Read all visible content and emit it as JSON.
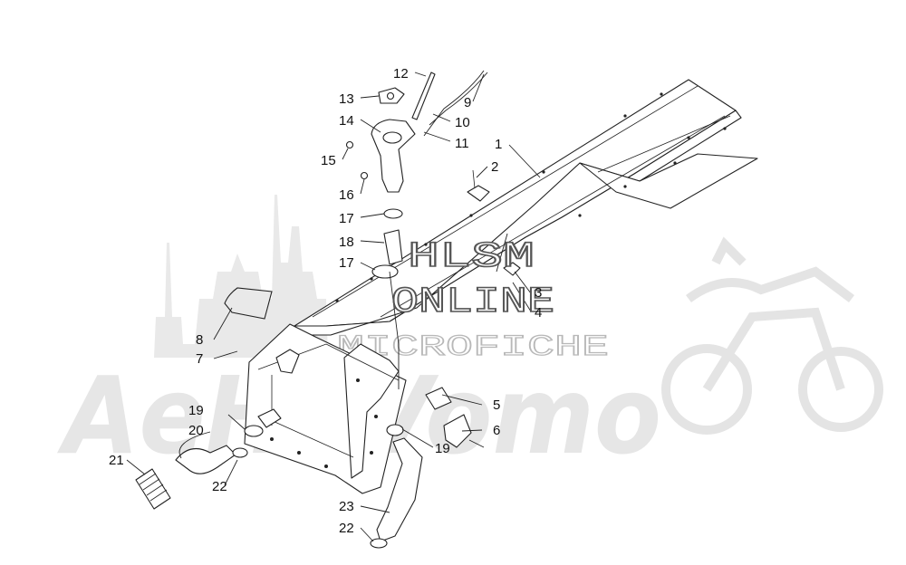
{
  "watermark": {
    "site": "HLSM",
    "site_line2": "ONLINE",
    "tagline": "MICROFICHE",
    "brand": "AeHuVomo"
  },
  "callouts": [
    {
      "id": "c1",
      "text": "1"
    },
    {
      "id": "c2",
      "text": "2"
    },
    {
      "id": "c3",
      "text": "3"
    },
    {
      "id": "c4",
      "text": "4"
    },
    {
      "id": "c5",
      "text": "5"
    },
    {
      "id": "c6",
      "text": "6"
    },
    {
      "id": "c7",
      "text": "7"
    },
    {
      "id": "c8",
      "text": "8"
    },
    {
      "id": "c9",
      "text": "9"
    },
    {
      "id": "c10",
      "text": "10"
    },
    {
      "id": "c11",
      "text": "11"
    },
    {
      "id": "c12",
      "text": "12"
    },
    {
      "id": "c13",
      "text": "13"
    },
    {
      "id": "c14",
      "text": "14"
    },
    {
      "id": "c15",
      "text": "15"
    },
    {
      "id": "c16",
      "text": "16"
    },
    {
      "id": "c17a",
      "text": "17"
    },
    {
      "id": "c18",
      "text": "18"
    },
    {
      "id": "c17b",
      "text": "17"
    },
    {
      "id": "c19a",
      "text": "19"
    },
    {
      "id": "c20",
      "text": "20"
    },
    {
      "id": "c21",
      "text": "21"
    },
    {
      "id": "c22a",
      "text": "22"
    },
    {
      "id": "c19b",
      "text": "19"
    },
    {
      "id": "c23",
      "text": "23"
    },
    {
      "id": "c22b",
      "text": "22"
    }
  ]
}
